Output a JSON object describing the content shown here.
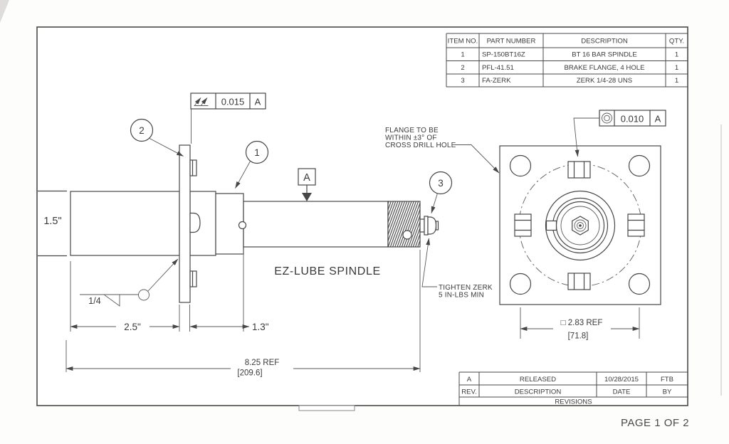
{
  "document": {
    "page_label": "PAGE 1 OF 2"
  },
  "parts_table": {
    "headers": {
      "item": "ITEM NO.",
      "part": "PART NUMBER",
      "desc": "DESCRIPTION",
      "qty": "QTY."
    },
    "rows": [
      {
        "item": "1",
        "part": "SP-150BT16Z",
        "desc": "BT 16 BAR SPINDLE",
        "qty": "1"
      },
      {
        "item": "2",
        "part": "PFL-41.51",
        "desc": "BRAKE FLANGE, 4 HOLE",
        "qty": "1"
      },
      {
        "item": "3",
        "part": "FA-ZERK",
        "desc": "ZERK 1/4-28 UNS",
        "qty": "1"
      }
    ]
  },
  "revisions": {
    "title": "REVISIONS",
    "headers": {
      "rev": "REV.",
      "desc": "DESCRIPTION",
      "date": "DATE",
      "by": "BY"
    },
    "rows": [
      {
        "rev": "A",
        "desc": "RELEASED",
        "date": "10/28/2015",
        "by": "FTB"
      }
    ]
  },
  "views": {
    "side_title": "EZ-LUBE SPINDLE"
  },
  "gdt": {
    "runout": {
      "value": "0.015",
      "datum": "A"
    },
    "concentricity": {
      "value": "0.010",
      "datum": "A"
    },
    "datum_flag": "A"
  },
  "balloons": {
    "b1": "1",
    "b2": "2",
    "b3": "3"
  },
  "dims": {
    "tube_od": "1.5\"",
    "barrel_len": "2.5\"",
    "mid_len": "1.3\"",
    "overall_in": "8.25  REF",
    "overall_mm": "[209.6]",
    "square_in": "□ 2.83  REF",
    "square_mm": "[71.8]",
    "weld": "1/4"
  },
  "notes": {
    "flange": [
      "FLANGE TO BE",
      "WITHIN ±3° OF",
      "CROSS DRILL HOLE"
    ],
    "zerk": [
      "TIGHTEN ZERK",
      "5 IN-LBS MIN"
    ]
  },
  "colors": {
    "line": "#474747",
    "text": "#3a3a3a",
    "paper": "#ffffff"
  }
}
